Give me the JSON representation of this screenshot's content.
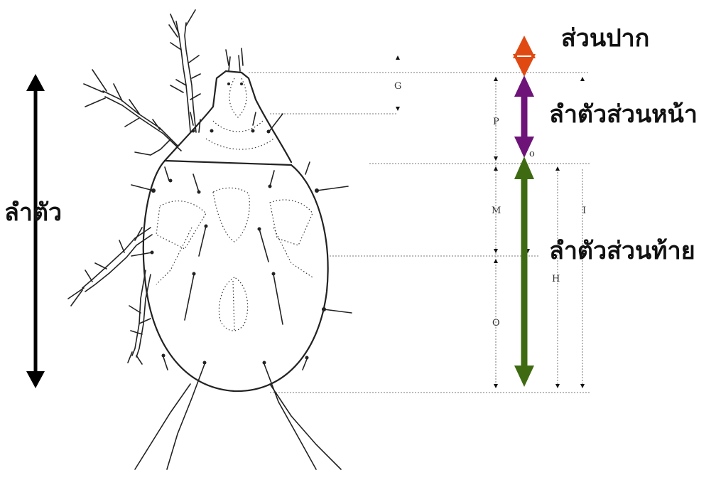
{
  "labels": {
    "body": "ลำตัว",
    "mouthparts": "ส่วนปาก",
    "front_body": "ลำตัวส่วนหน้า",
    "rear_body": "ลำตัวส่วนท้าย"
  },
  "measure_letters": {
    "G": "G",
    "P": "P",
    "M": "M",
    "O": "O",
    "H": "H",
    "I": "I",
    "o": "o"
  },
  "colors": {
    "mouthparts_arrow": "#e04a12",
    "front_body_arrow": "#6e1479",
    "rear_body_arrow": "#3e6b12",
    "body_arrow": "#000000"
  }
}
